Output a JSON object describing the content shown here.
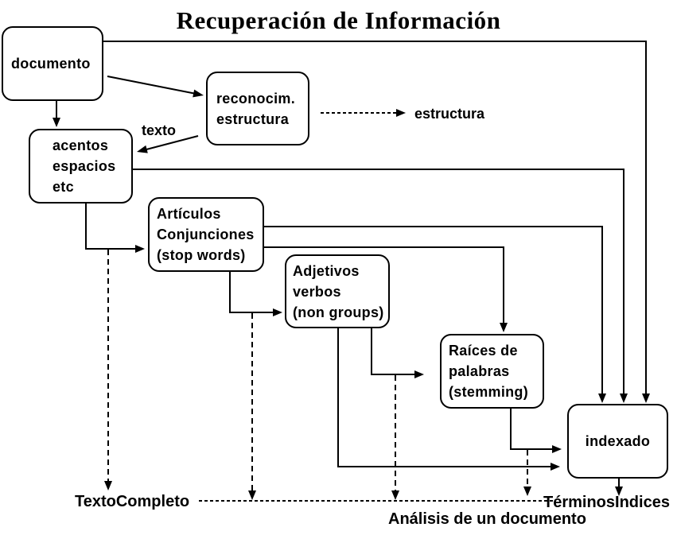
{
  "title": "Recuperación de Información",
  "boxes": {
    "documento": {
      "lines": [
        "documento"
      ]
    },
    "reconocimiento": {
      "lines": [
        "reconocim.",
        "estructura"
      ]
    },
    "acentos": {
      "lines": [
        "acentos",
        "espacios",
        "etc"
      ]
    },
    "stopwords": {
      "lines": [
        "Artículos",
        "Conjunciones",
        "(stop words)"
      ]
    },
    "adjetivos": {
      "lines": [
        "Adjetivos",
        "verbos",
        "(non groups)"
      ]
    },
    "raices": {
      "lines": [
        "Raíces de",
        "palabras",
        "(stemming)"
      ]
    },
    "indexado": {
      "lines": [
        "indexado"
      ]
    }
  },
  "edge_labels": {
    "texto": "texto",
    "estructura": "estructura"
  },
  "outputs": {
    "texto_completo": "TextoCompleto",
    "terminos": "Términos",
    "indices": "Indices",
    "analisis": "Análisis de un documento"
  },
  "colors": {
    "ink": "#000000",
    "background": "#ffffff"
  }
}
